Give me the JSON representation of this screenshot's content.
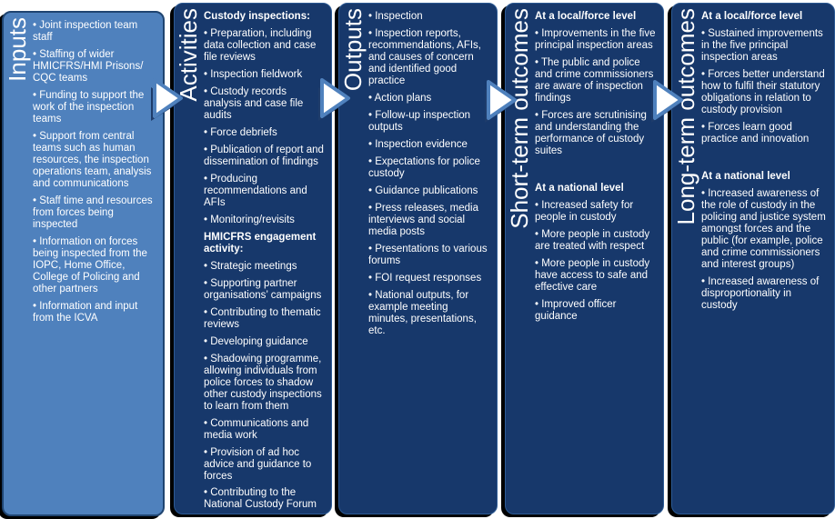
{
  "columns": [
    {
      "label": "Inputs",
      "theme": "light",
      "sections": [
        {
          "heading": "",
          "spacer_before": false,
          "bullets": [
            "Joint inspection team staff",
            "Staffing of wider HMICFRS/HMI Prisons/ CQC teams",
            "Funding to support the work of the inspection teams",
            "Support from central teams such as human resources, the inspection operations team, analysis and communications",
            "Staff time and resources from forces being inspected",
            "Information on forces being inspected from the IOPC, Home Office, College of Policing and other partners",
            "Information and input from the ICVA"
          ]
        }
      ]
    },
    {
      "label": "Activities",
      "theme": "dark",
      "sections": [
        {
          "heading": "Custody inspections:",
          "spacer_before": false,
          "bullets": [
            "Preparation, including data collection and case file reviews",
            "Inspection fieldwork",
            "Custody records analysis and case file audits",
            "Force debriefs",
            "Publication of report and dissemination of findings",
            "Producing recommendations and AFIs",
            "Monitoring/revisits"
          ]
        },
        {
          "heading": "HMICFRS engagement activity:",
          "spacer_before": false,
          "bullets": [
            "Strategic meetings",
            "Supporting partner organisations’ campaigns",
            "Contributing to thematic reviews",
            "Developing guidance",
            "Shadowing programme, allowing individuals from police forces to shadow other custody inspections to learn from them",
            "Communications and media work",
            "Provision of ad hoc advice and guidance to forces",
            "Contributing to the National Custody Forum"
          ]
        }
      ]
    },
    {
      "label": "Outputs",
      "theme": "dark",
      "sections": [
        {
          "heading": "",
          "spacer_before": false,
          "bullets": [
            "Inspection",
            "Inspection reports, recommendations, AFIs, and causes of concern and identified good practice",
            "Action plans",
            "Follow-up inspection outputs",
            "Inspection evidence",
            "Expectations for police custody",
            "Guidance publications",
            "Press releases, media interviews and social media posts",
            "Presentations to various forums",
            "FOI request responses",
            "National outputs, for example meeting minutes, presentations, etc."
          ]
        }
      ]
    },
    {
      "label": "Short-term outcomes",
      "theme": "dark",
      "sections": [
        {
          "heading": "At a local/force level",
          "spacer_before": false,
          "bullets": [
            "Improvements in the five principal inspection areas",
            "The public and police and crime commissioners are aware of inspection findings",
            "Forces are scrutinising and understanding the performance of custody suites"
          ]
        },
        {
          "heading": "At a national level",
          "spacer_before": true,
          "bullets": [
            "Increased safety for people in custody",
            "More people in custody are treated with respect",
            "More people in custody have access to safe and effective care",
            "Improved officer guidance"
          ]
        }
      ]
    },
    {
      "label": "Long-term outcomes",
      "theme": "dark",
      "sections": [
        {
          "heading": "At a local/force level",
          "spacer_before": false,
          "bullets": [
            "Sustained improvements in the five principal inspection areas",
            "Forces better understand how to fulfil their statutory obligations in relation to custody provision",
            "Forces learn good practice and innovation"
          ]
        },
        {
          "heading": "At a national level",
          "spacer_before": true,
          "bullets": [
            "Increased awareness of the role of custody in the policing and justice system amongst forces and the public (for example, police and crime commissioners and interest groups)",
            "Increased awareness of disproportionality in custody"
          ]
        }
      ]
    }
  ],
  "colors": {
    "light_column": "#4F81BD",
    "light_column_border": "#1F4470",
    "dark_column": "#17386B",
    "dark_column_border": "#2C5A94",
    "column_shadow": "#000000",
    "text": "#FFFFFF",
    "arrow_fill": "#FFFFFF",
    "arrow_border": "#4F81BD",
    "arrow_shadow": "#1E3C6B"
  }
}
